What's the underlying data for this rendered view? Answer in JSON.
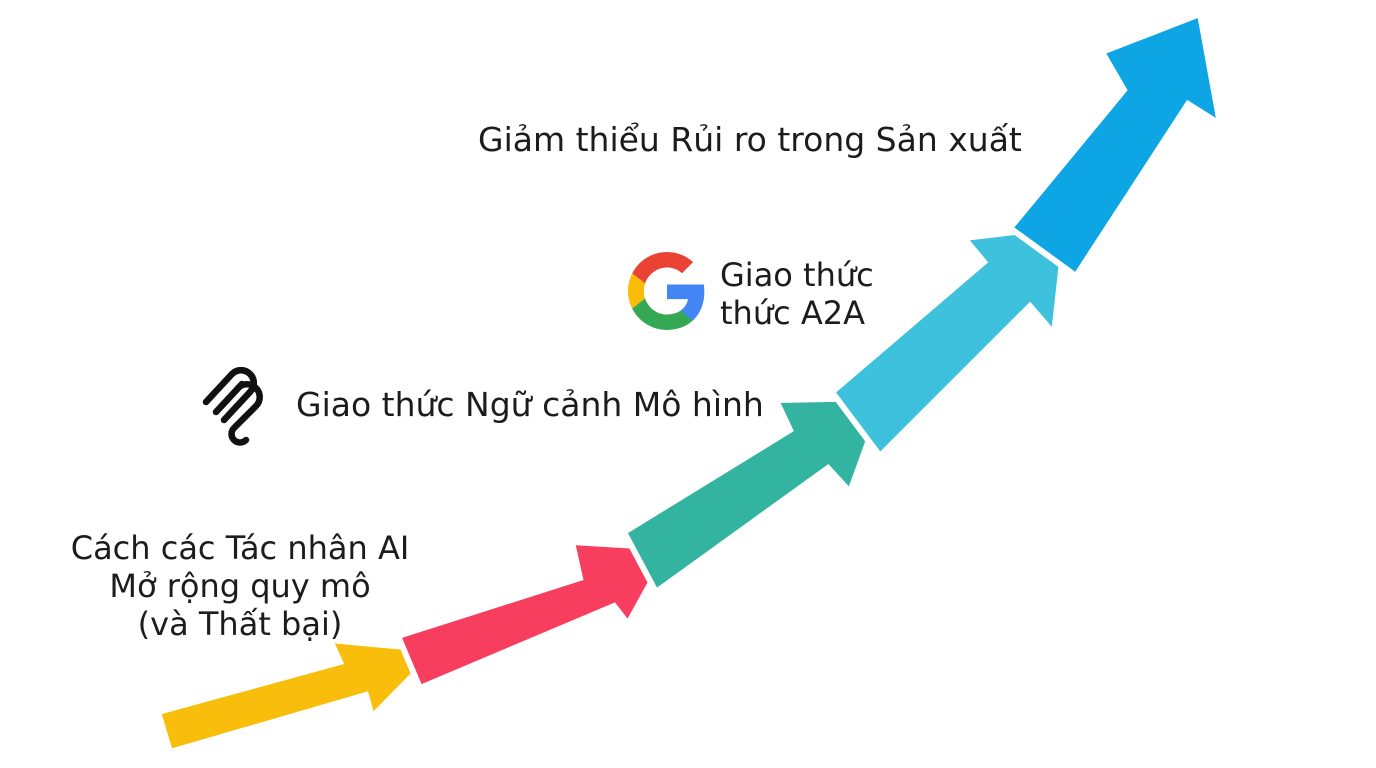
{
  "steps": [
    {
      "id": "scaling",
      "color": "#F9BE0B",
      "lines": [
        "Cách các Tác nhân AI",
        "Mở rộng quy mô",
        "(và Thất bại)"
      ]
    },
    {
      "id": "failing",
      "color": "#F73E5F",
      "lines": []
    },
    {
      "id": "mcp",
      "color": "#33B4A0",
      "icon": "mcp-logo-icon",
      "label": "Giao thức Ngữ cảnh Mô hình"
    },
    {
      "id": "a2a",
      "color": "#3DC1DC",
      "icon": "google-g-logo-icon",
      "lines": [
        "Giao thức",
        "thức A2A"
      ]
    },
    {
      "id": "production",
      "color": "#0EA5E4",
      "label": "Giảm thiểu Rủi ro trong Sản xuất"
    }
  ],
  "colors": {
    "background": "#FFFFFF",
    "text": "#1C1C1C",
    "google_blue": "#4285F4",
    "google_red": "#EA4335",
    "google_yellow": "#FBBC05",
    "google_green": "#34A853"
  }
}
